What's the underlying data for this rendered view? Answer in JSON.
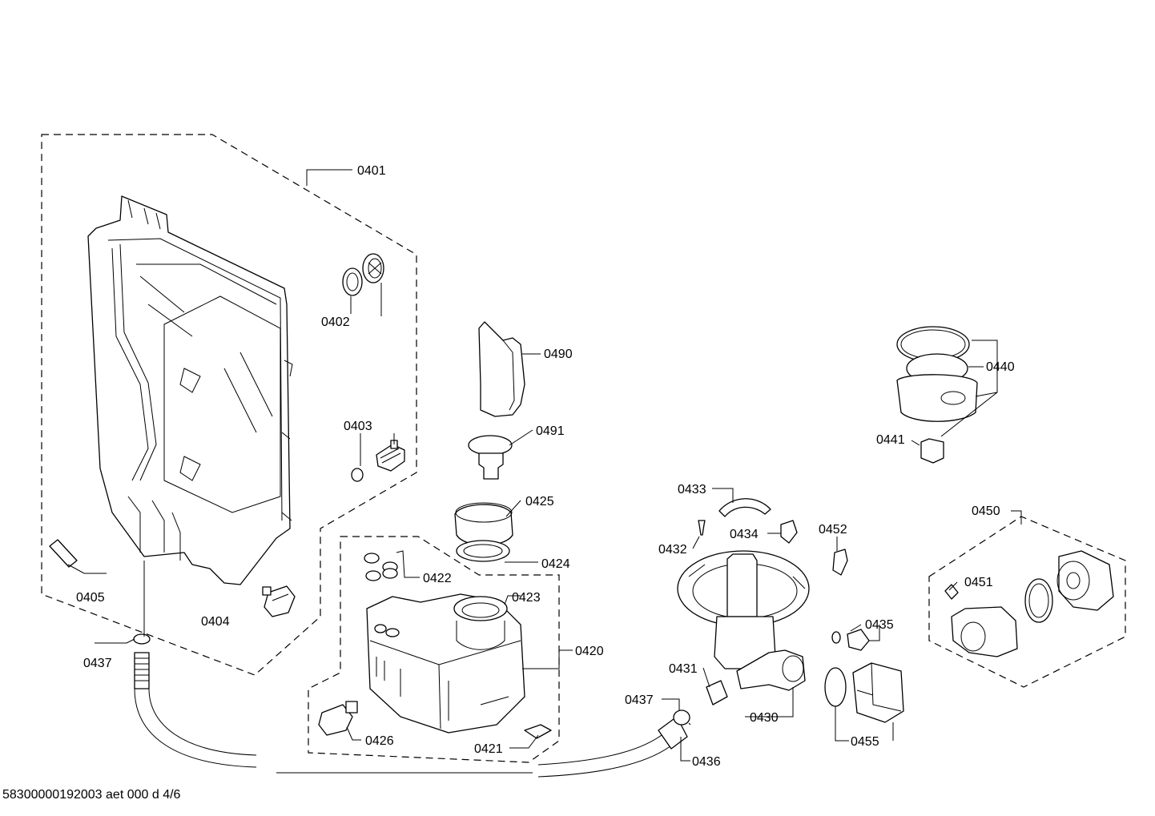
{
  "labels": {
    "p0401": "0401",
    "p0402": "0402",
    "p0403": "0403",
    "p0404": "0404",
    "p0405": "0405",
    "p0437a": "0437",
    "p0490": "0490",
    "p0491": "0491",
    "p0425": "0425",
    "p0424": "0424",
    "p0422": "0422",
    "p0423": "0423",
    "p0420": "0420",
    "p0426": "0426",
    "p0421": "0421",
    "p0433": "0433",
    "p0432": "0432",
    "p0434": "0434",
    "p0452": "0452",
    "p0450": "0450",
    "p0451": "0451",
    "p0435": "0435",
    "p0431": "0431",
    "p0430": "0430",
    "p0437b": "0437",
    "p0436": "0436",
    "p0455": "0455",
    "p0440": "0440",
    "p0441": "0441"
  },
  "footer": {
    "document_id": "58300000192003 aet 000 d 4/6"
  }
}
